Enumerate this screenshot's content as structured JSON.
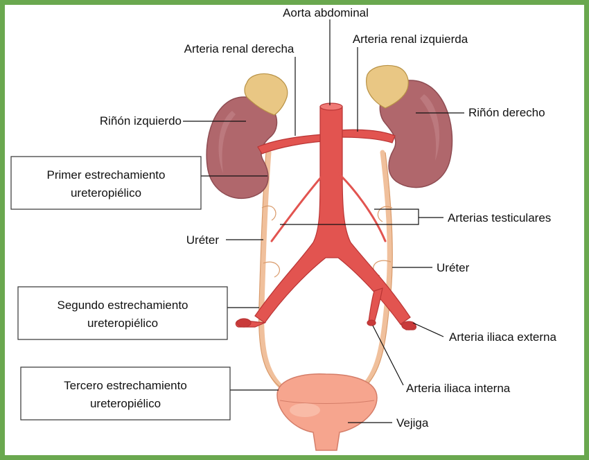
{
  "colors": {
    "border": "#6aa84f",
    "artery": "#e25450",
    "artery_dark": "#c93a3a",
    "kidney": "#b0676c",
    "adrenal": "#e9c784",
    "ureter": "#f4c7a6",
    "bladder": "#f6a58e"
  },
  "icons": [
    "kidney-shape",
    "adrenal-gland-shape",
    "aorta-shape",
    "bladder-shape"
  ],
  "labels": {
    "aorta": "Aorta abdominal",
    "renal_right_artery": "Arteria renal derecha",
    "renal_left_artery": "Arteria renal izquierda",
    "left_kidney": "Riñón izquierdo",
    "right_kidney": "Riñón derecho",
    "testicular": "Arterias testiculares",
    "ureter_left": "Uréter",
    "ureter_right": "Uréter",
    "iliac_external": "Arteria iliaca externa",
    "iliac_internal": "Arteria iliaca interna",
    "bladder": "Vejiga"
  },
  "boxes": {
    "first": {
      "line1": "Primer estrechamiento",
      "line2": "ureteropiélico"
    },
    "second": {
      "line1": "Segundo estrechamiento",
      "line2": "ureteropiélico"
    },
    "third": {
      "line1": "Tercero estrechamiento",
      "line2": "ureteropiélico"
    }
  }
}
